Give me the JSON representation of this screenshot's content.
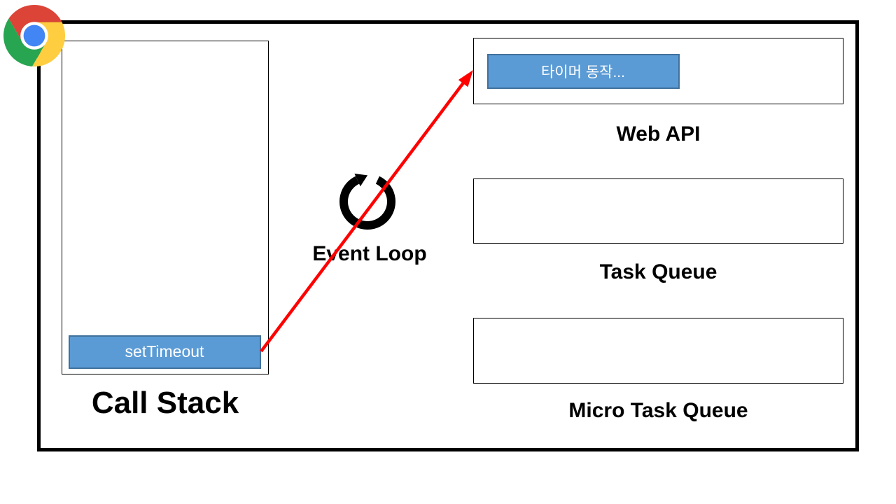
{
  "slide": {
    "call_stack": {
      "label": "Call Stack",
      "items": [
        {
          "label": "setTimeout"
        }
      ]
    },
    "event_loop": {
      "label": "Event Loop",
      "icon": "circular-loop-arrow"
    },
    "web_api": {
      "label": "Web API",
      "items": [
        {
          "label": "타이머 동작..."
        }
      ]
    },
    "task_queue": {
      "label": "Task Queue",
      "items": []
    },
    "micro_task_queue": {
      "label": "Micro Task Queue",
      "items": []
    },
    "arrow": {
      "from": "setTimeout",
      "to": "Web API",
      "color": "#FF0000"
    },
    "icons": {
      "browser": "chrome-logo"
    },
    "colors": {
      "item_fill": "#5B9BD5",
      "item_border": "#41719C",
      "frame_border": "#000000",
      "chrome_red": "#DB4437",
      "chrome_yellow": "#FFCD40",
      "chrome_green": "#27A550",
      "chrome_blue": "#4285F4"
    }
  }
}
